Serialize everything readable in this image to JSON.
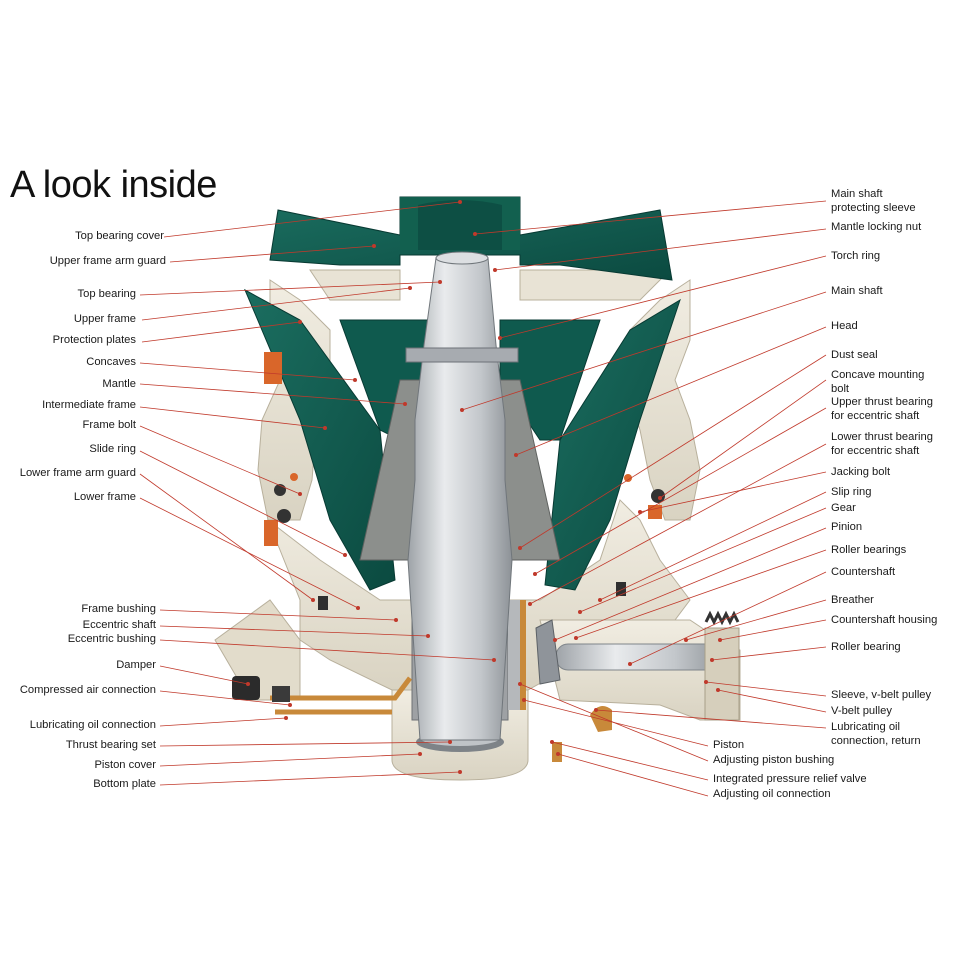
{
  "title": "A look inside",
  "colors": {
    "teal": "#0f5a4e",
    "cream": "#e9e4d6",
    "steel": "#c9ccd0",
    "leader": "#c0392b",
    "orange": "#d9662a",
    "copper": "#c8893a"
  },
  "labels_left": [
    "Top bearing cover",
    "Upper frame arm guard",
    "Top bearing",
    "Upper frame",
    "Protection plates",
    "Concaves",
    "Mantle",
    "Intermediate frame",
    "Frame bolt",
    "Slide ring",
    "Lower frame arm guard",
    "Lower frame",
    "Frame bushing",
    "Eccentric shaft",
    "Eccentric bushing",
    "Damper",
    "Compressed air connection",
    "Lubricating oil connection",
    "Thrust bearing set",
    "Piston cover",
    "Bottom plate"
  ],
  "labels_right": [
    "Main shaft\nprotecting sleeve",
    "Mantle locking nut",
    "Torch ring",
    "Main shaft",
    "Head",
    "Dust seal",
    "Concave mounting\nbolt",
    "Upper thrust bearing\nfor eccentric shaft",
    "Lower thrust bearing\nfor eccentric shaft",
    "Jacking bolt",
    "Slip ring",
    "Gear",
    "Pinion",
    "Roller bearings",
    "Countershaft",
    "Breather",
    "Countershaft housing",
    "Roller bearing",
    "Sleeve, v-belt pulley",
    "V-belt pulley",
    "Lubricating oil\nconnection, return"
  ],
  "labels_bottom": [
    "Piston",
    "Adjusting piston bushing",
    "Integrated pressure relief valve",
    "Adjusting oil connection"
  ]
}
